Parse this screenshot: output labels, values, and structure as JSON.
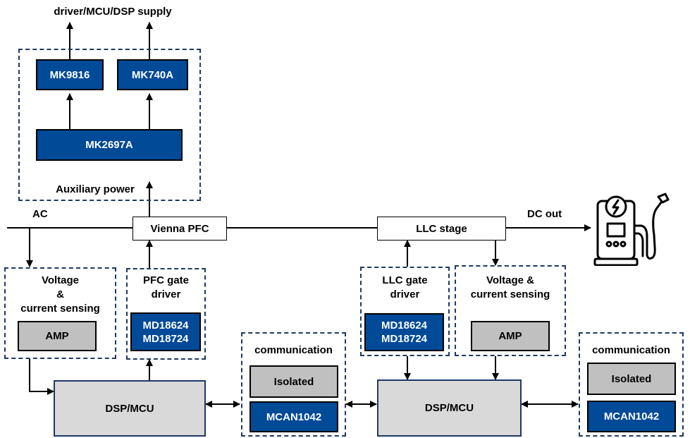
{
  "auxiliary": {
    "top_label": "driver/MCU/DSP supply",
    "group_label": "Auxiliary power",
    "blocks": [
      "MK9816",
      "MK740A",
      "MK2697A"
    ]
  },
  "power_path": {
    "ac_label": "AC",
    "pfc": "Vienna PFC",
    "llc": "LLC stage",
    "dc_out_label": "DC out",
    "charger_icon": "ev-charging-station-icon"
  },
  "left_sensing": {
    "title": "Voltage\n&\ncurrent sensing",
    "title_lines": [
      "Voltage",
      "&",
      "current sensing"
    ],
    "amp": "AMP"
  },
  "pfc_driver": {
    "title_lines": [
      "PFC gate",
      "driver"
    ],
    "parts": [
      "MD18624",
      "MD18724"
    ]
  },
  "left_mcu": {
    "label": "DSP/MCU"
  },
  "comm_left": {
    "title": "communication",
    "isolated": "Isolated",
    "part": "MCAN1042"
  },
  "llc_driver": {
    "title_lines": [
      "LLC gate",
      "driver"
    ],
    "parts": [
      "MD18624",
      "MD18724"
    ]
  },
  "right_sensing": {
    "title_lines": [
      "Voltage &",
      "current sensing"
    ],
    "amp": "AMP"
  },
  "right_mcu": {
    "label": "DSP/MCU"
  },
  "comm_right": {
    "title": "communication",
    "isolated": "Isolated",
    "part": "MCAN1042"
  },
  "colors": {
    "ti_blue": "#004a98",
    "dash_border": "#1f3864",
    "amp_grey": "#c0c0c0",
    "mcu_grey": "#d9d9d9"
  }
}
